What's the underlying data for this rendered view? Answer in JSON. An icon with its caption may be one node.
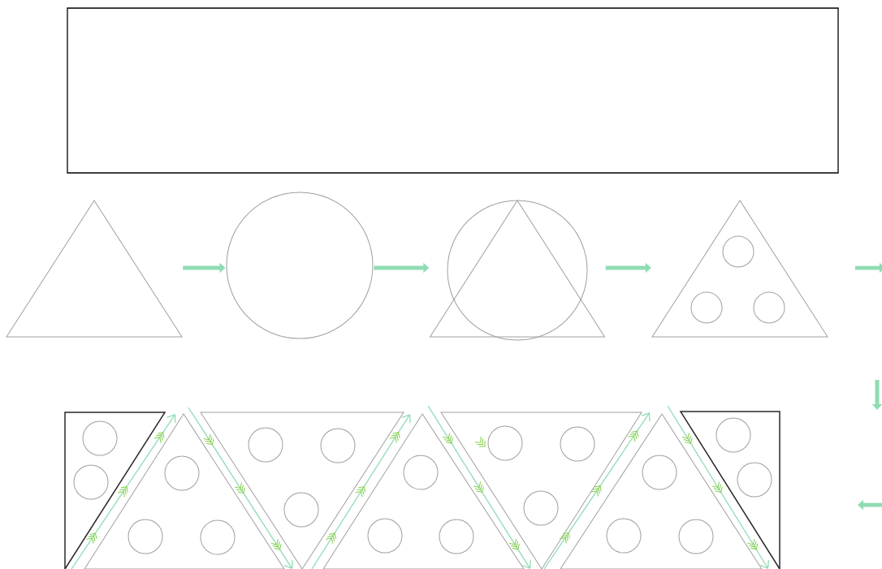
{
  "diagram": {
    "nodes": [
      {
        "text": [],
        "shape": "box"
      },
      {
        "text": [],
        "shape": "triangle"
      },
      {
        "text": [],
        "shape": "circle"
      },
      {
        "text": [],
        "shape": "triangle"
      },
      {
        "text": [],
        "shape": "triangle"
      },
      {
        "text": [],
        "shape": "picture"
      }
    ],
    "edges": [
      {
        "from": 1,
        "to": 2,
        "arrow": "to"
      },
      {
        "from": 2,
        "to": 3,
        "arrow": "to"
      },
      {
        "from": 3,
        "to": 4,
        "arrow": "to"
      }
    ]
  }
}
